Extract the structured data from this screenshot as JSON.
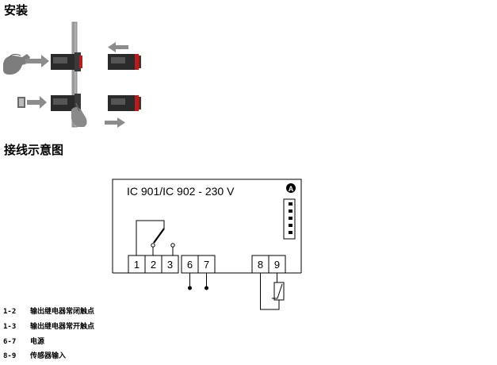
{
  "install": {
    "heading": "安装"
  },
  "wiring": {
    "heading": "接线示意图",
    "model_label": "IC 901/IC 902 - 230 V",
    "badge": "A",
    "terminals": [
      "1",
      "2",
      "3",
      "6",
      "7",
      "8",
      "9"
    ]
  },
  "legend": [
    {
      "code": "1-2",
      "text": "输出继电器常闭触点"
    },
    {
      "code": "1-3",
      "text": "输出继电器常开触点"
    },
    {
      "code": "6-7",
      "text": "电源"
    },
    {
      "code": "8-9",
      "text": "传感器输入"
    }
  ],
  "colors": {
    "device_body": "#2a2a2a",
    "device_accent": "#b81c1c",
    "arrow": "#8c8c8c",
    "hand": "#7d7d7d",
    "rail": "#9a9a9a"
  }
}
